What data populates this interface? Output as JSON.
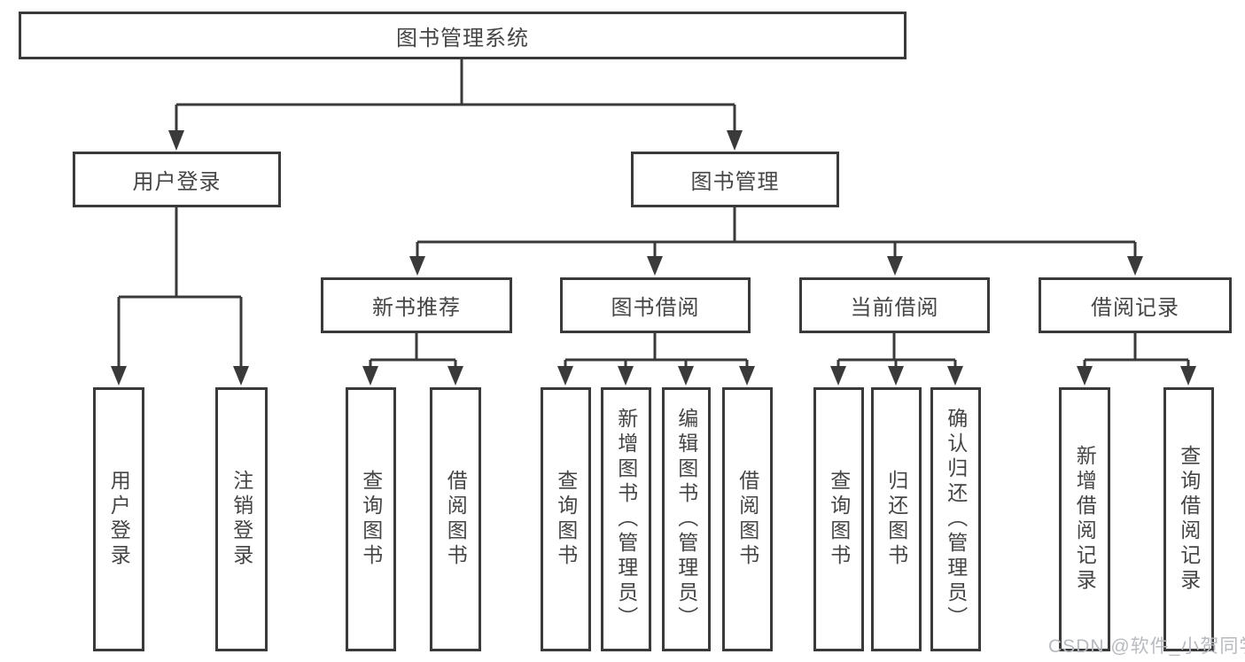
{
  "root_label": "图书管理系统",
  "level2": [
    {
      "label": "用户登录"
    },
    {
      "label": "图书管理"
    }
  ],
  "level3": [
    {
      "label": "新书推荐"
    },
    {
      "label": "图书借阅"
    },
    {
      "label": "当前借阅"
    },
    {
      "label": "借阅记录"
    }
  ],
  "leaves": [
    {
      "label": "用户登录"
    },
    {
      "label": "注销登录"
    },
    {
      "label": "查询图书"
    },
    {
      "label": "借阅图书"
    },
    {
      "label": "查询图书"
    },
    {
      "label": "新增图书（管理员）"
    },
    {
      "label": "编辑图书（管理员）"
    },
    {
      "label": "借阅图书"
    },
    {
      "label": "查询图书"
    },
    {
      "label": "归还图书"
    },
    {
      "label": "确认归还（管理员）"
    },
    {
      "label": "新增借阅记录"
    },
    {
      "label": "查询借阅记录"
    }
  ],
  "watermark": "CSDN @软件_小贺同学",
  "colors": {
    "line": "#3a3a3a",
    "text": "#454545",
    "watermark": "#b7babf",
    "background": "#ffffff"
  }
}
